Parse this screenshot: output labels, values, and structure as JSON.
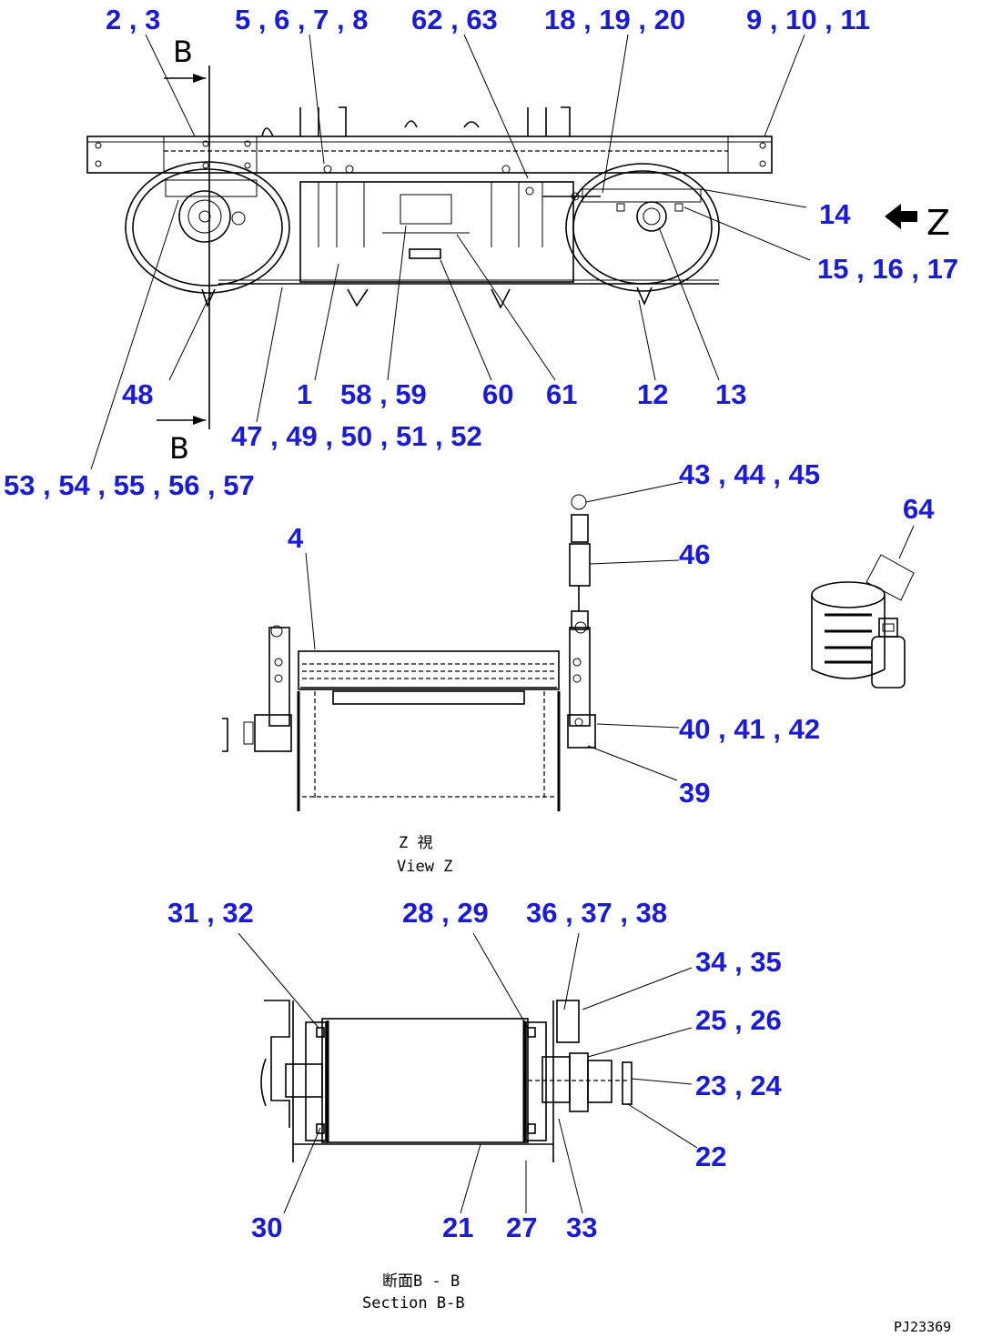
{
  "callouts": {
    "c_2_3": "2 , 3",
    "c_5_8": "5 , 6 , 7 , 8",
    "c_62_63": "62 , 63",
    "c_18_20": "18 , 19 , 20",
    "c_9_11": "9 , 10 , 11",
    "c_14": "14",
    "c_15_17": "15 , 16 , 17",
    "c_48": "48",
    "c_1": "1",
    "c_58_59": "58 , 59",
    "c_60": "60",
    "c_61": "61",
    "c_12": "12",
    "c_13": "13",
    "c_47_52": "47 , 49 , 50 , 51 , 52",
    "c_53_57": "53 , 54 , 55 , 56 , 57",
    "c_43_45": "43 , 44 , 45",
    "c_64": "64",
    "c_4": "4",
    "c_46": "46",
    "c_40_42": "40 , 41 , 42",
    "c_39": "39",
    "c_31_32": "31 , 32",
    "c_28_29": "28 , 29",
    "c_36_38": "36 , 37 , 38",
    "c_34_35": "34 , 35",
    "c_25_26": "25 , 26",
    "c_23_24": "23 , 24",
    "c_22": "22",
    "c_30": "30",
    "c_21": "21",
    "c_27": "27",
    "c_33": "33"
  },
  "markers": {
    "section_top": "B",
    "section_bottom": "B",
    "view_letter": "Z"
  },
  "captions": {
    "view_z_jp": "Z   視",
    "view_z_en": "View Z",
    "section_jp": "断面B - B",
    "section_en": "Section B-B",
    "drawing_number": "PJ23369"
  },
  "colors": {
    "callout": "#1a1adc",
    "linework": "#000000",
    "background": "#ffffff"
  }
}
